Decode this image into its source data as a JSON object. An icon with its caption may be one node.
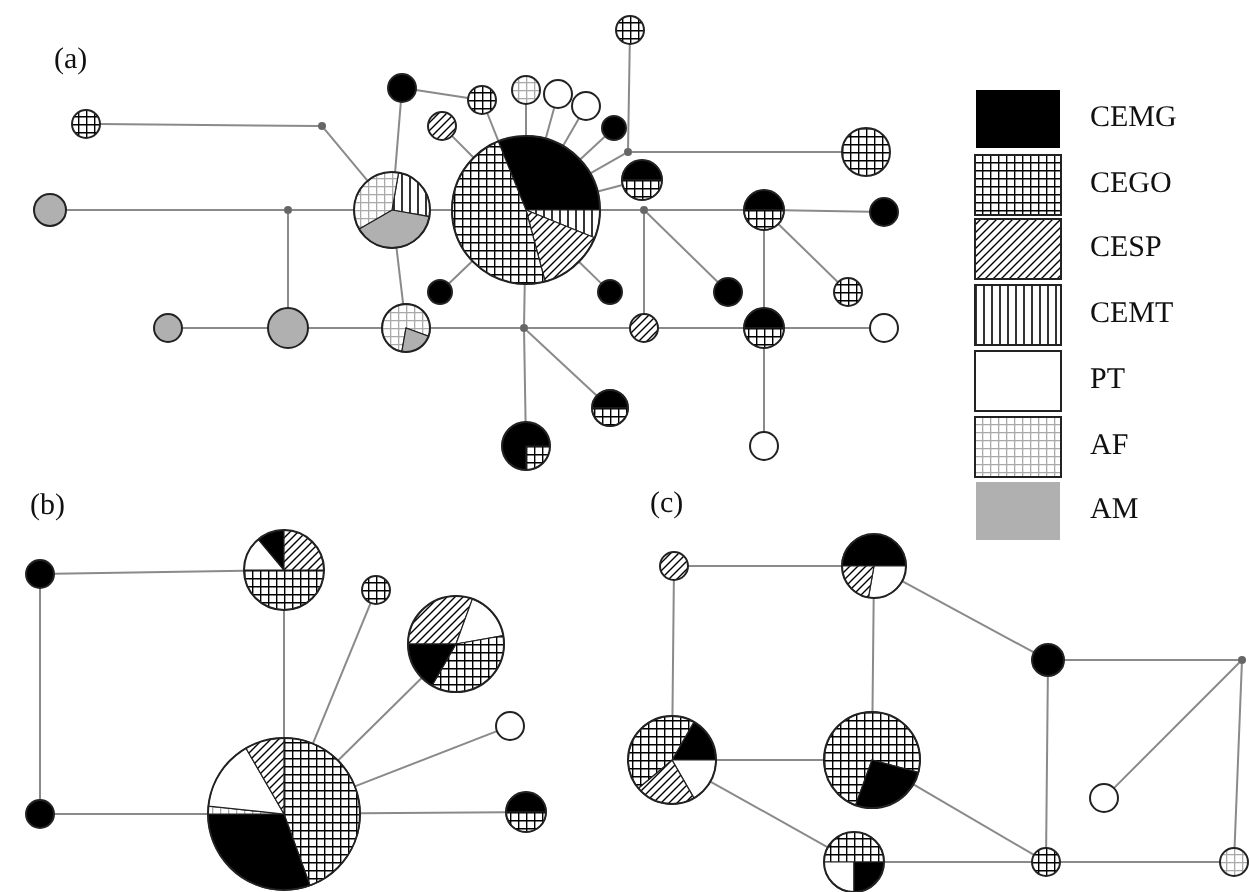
{
  "diagram": {
    "nodes": [
      {
        "text": [],
        "shape": "circle"
      },
      {
        "text": [],
        "shape": "dot"
      },
      {
        "text": [],
        "shape": "circle"
      },
      {
        "text": [],
        "shape": "dot"
      },
      {
        "text": [],
        "shape": "circle"
      },
      {
        "text": [],
        "shape": "circle"
      },
      {
        "text": [],
        "shape": "circle"
      },
      {
        "text": [],
        "shape": "circle"
      },
      {
        "text": [],
        "shape": "circle"
      },
      {
        "text": [],
        "shape": "circle"
      },
      {
        "text": [],
        "shape": "circle"
      },
      {
        "text": [],
        "shape": "circle"
      },
      {
        "text": [],
        "shape": "dot"
      },
      {
        "text": [],
        "shape": "circle"
      },
      {
        "text": [],
        "shape": "circle"
      },
      {
        "text": [],
        "shape": "circle"
      },
      {
        "text": [],
        "shape": "circle"
      },
      {
        "text": [],
        "shape": "dot"
      },
      {
        "text": [],
        "shape": "circle"
      },
      {
        "text": [],
        "shape": "circle"
      },
      {
        "text": [],
        "shape": "circle"
      },
      {
        "text": [],
        "shape": "circle"
      },
      {
        "text": [],
        "shape": "circle"
      },
      {
        "text": [],
        "shape": "circle"
      },
      {
        "text": [],
        "shape": "circle"
      },
      {
        "text": [],
        "shape": "circle"
      },
      {
        "text": [],
        "shape": "circle"
      },
      {
        "text": [],
        "shape": "dot"
      },
      {
        "text": [],
        "shape": "circle"
      },
      {
        "text": [],
        "shape": "circle"
      },
      {
        "text": [],
        "shape": "circle"
      },
      {
        "text": [],
        "shape": "circle"
      },
      {
        "text": [],
        "shape": "circle"
      },
      {
        "text": [],
        "shape": "circle"
      },
      {
        "text": [],
        "shape": "circle"
      },
      {
        "text": [],
        "shape": "circle"
      },
      {
        "text": [],
        "shape": "circle"
      },
      {
        "text": [],
        "shape": "circle"
      },
      {
        "text": [],
        "shape": "circle"
      },
      {
        "text": [],
        "shape": "circle"
      },
      {
        "text": [],
        "shape": "circle"
      },
      {
        "text": [],
        "shape": "circle"
      },
      {
        "text": [],
        "shape": "circle"
      },
      {
        "text": [],
        "shape": "circle"
      },
      {
        "text": [],
        "shape": "circle"
      },
      {
        "text": [],
        "shape": "dot"
      },
      {
        "text": [],
        "shape": "circle"
      },
      {
        "text": [],
        "shape": "circle"
      },
      {
        "text": [],
        "shape": "circle"
      },
      {
        "text": [],
        "shape": "circle"
      },
      {
        "text": [],
        "shape": "circle"
      },
      {
        "text": [],
        "shape": "circle"
      }
    ],
    "edges": [
      {
        "from": 0,
        "to": 1,
        "arrow": "none"
      },
      {
        "from": 1,
        "to": 4,
        "arrow": "none"
      },
      {
        "from": 2,
        "to": 3,
        "arrow": "none"
      },
      {
        "from": 3,
        "to": 4,
        "arrow": "none"
      },
      {
        "from": 3,
        "to": 21,
        "arrow": "none"
      },
      {
        "from": 4,
        "to": 15,
        "arrow": "none"
      },
      {
        "from": 4,
        "to": 5,
        "arrow": "none"
      },
      {
        "from": 5,
        "to": 6,
        "arrow": "none"
      },
      {
        "from": 4,
        "to": 22,
        "arrow": "none"
      },
      {
        "from": 15,
        "to": 7,
        "arrow": "none"
      },
      {
        "from": 15,
        "to": 6,
        "arrow": "none"
      },
      {
        "from": 15,
        "to": 8,
        "arrow": "none"
      },
      {
        "from": 15,
        "to": 9,
        "arrow": "none"
      },
      {
        "from": 15,
        "to": 10,
        "arrow": "none"
      },
      {
        "from": 15,
        "to": 14,
        "arrow": "none"
      },
      {
        "from": 15,
        "to": 16,
        "arrow": "none"
      },
      {
        "from": 15,
        "to": 23,
        "arrow": "none"
      },
      {
        "from": 15,
        "to": 24,
        "arrow": "none"
      },
      {
        "from": 15,
        "to": 27,
        "arrow": "none"
      },
      {
        "from": 15,
        "to": 17,
        "arrow": "none"
      },
      {
        "from": 15,
        "to": 12,
        "arrow": "none"
      },
      {
        "from": 12,
        "to": 11,
        "arrow": "none"
      },
      {
        "from": 12,
        "to": 13,
        "arrow": "none"
      },
      {
        "from": 17,
        "to": 28,
        "arrow": "none"
      },
      {
        "from": 17,
        "to": 25,
        "arrow": "none"
      },
      {
        "from": 17,
        "to": 18,
        "arrow": "none"
      },
      {
        "from": 18,
        "to": 19,
        "arrow": "none"
      },
      {
        "from": 18,
        "to": 26,
        "arrow": "none"
      },
      {
        "from": 18,
        "to": 29,
        "arrow": "none"
      },
      {
        "from": 29,
        "to": 33,
        "arrow": "none"
      },
      {
        "from": 29,
        "to": 30,
        "arrow": "none"
      },
      {
        "from": 28,
        "to": 29,
        "arrow": "none"
      },
      {
        "from": 20,
        "to": 21,
        "arrow": "none"
      },
      {
        "from": 21,
        "to": 22,
        "arrow": "none"
      },
      {
        "from": 22,
        "to": 27,
        "arrow": "none"
      },
      {
        "from": 27,
        "to": 28,
        "arrow": "none"
      },
      {
        "from": 27,
        "to": 32,
        "arrow": "none"
      },
      {
        "from": 27,
        "to": 31,
        "arrow": "none"
      },
      {
        "from": 34,
        "to": 35,
        "arrow": "none"
      },
      {
        "from": 34,
        "to": 39,
        "arrow": "none"
      },
      {
        "from": 35,
        "to": 40,
        "arrow": "none"
      },
      {
        "from": 39,
        "to": 40,
        "arrow": "none"
      },
      {
        "from": 40,
        "to": 36,
        "arrow": "none"
      },
      {
        "from": 40,
        "to": 37,
        "arrow": "none"
      },
      {
        "from": 40,
        "to": 38,
        "arrow": "none"
      },
      {
        "from": 40,
        "to": 41,
        "arrow": "none"
      },
      {
        "from": 42,
        "to": 43,
        "arrow": "none"
      },
      {
        "from": 42,
        "to": 46,
        "arrow": "none"
      },
      {
        "from": 43,
        "to": 47,
        "arrow": "none"
      },
      {
        "from": 43,
        "to": 44,
        "arrow": "none"
      },
      {
        "from": 44,
        "to": 45,
        "arrow": "none"
      },
      {
        "from": 44,
        "to": 50,
        "arrow": "none"
      },
      {
        "from": 45,
        "to": 48,
        "arrow": "none"
      },
      {
        "from": 45,
        "to": 51,
        "arrow": "none"
      },
      {
        "from": 46,
        "to": 47,
        "arrow": "none"
      },
      {
        "from": 46,
        "to": 49,
        "arrow": "none"
      },
      {
        "from": 47,
        "to": 50,
        "arrow": "none"
      },
      {
        "from": 49,
        "to": 50,
        "arrow": "none"
      },
      {
        "from": 50,
        "to": 51,
        "arrow": "none"
      }
    ],
    "labels": [
      "(a)",
      "(b)",
      "(c)"
    ],
    "legend": [
      {
        "text": "CEMG",
        "color": "#000000"
      },
      {
        "text": "CEGO"
      },
      {
        "text": "CESP"
      },
      {
        "text": "CEMT"
      },
      {
        "text": "PT",
        "color": "#ffffff"
      },
      {
        "text": "AF"
      },
      {
        "text": "AM",
        "color": "#b0b0b0"
      }
    ]
  }
}
